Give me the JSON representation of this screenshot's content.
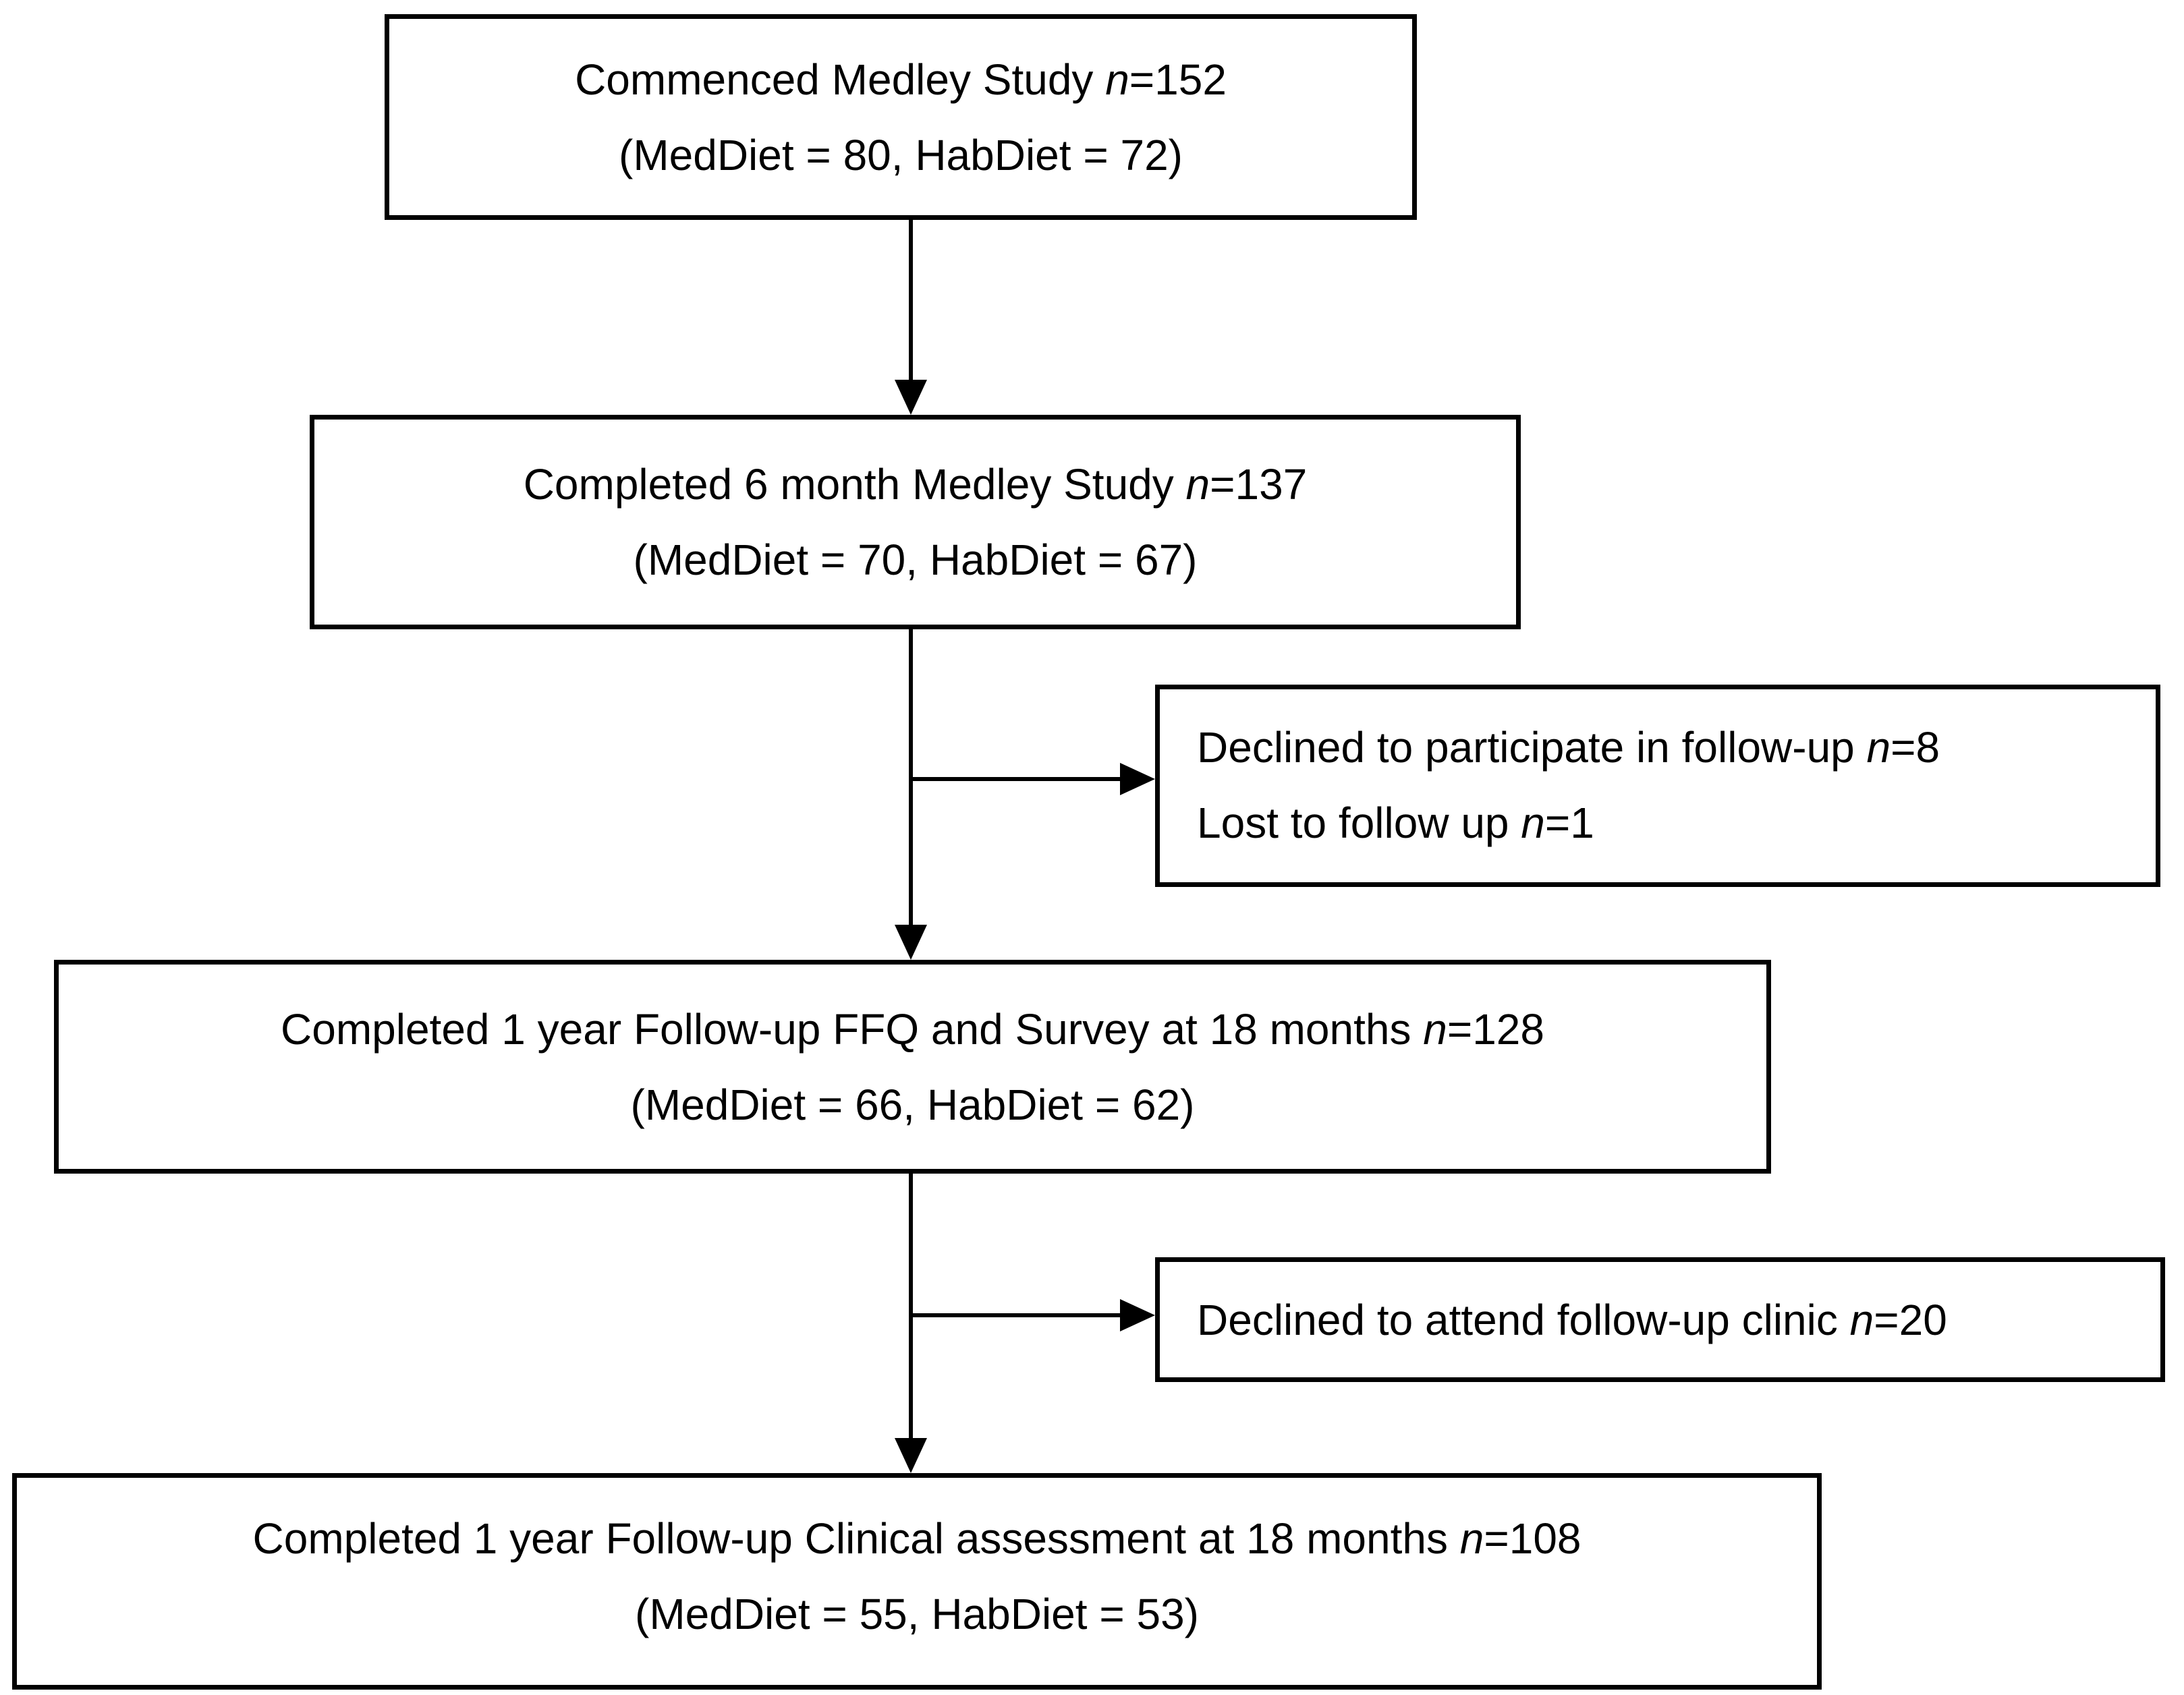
{
  "flowchart": {
    "colors": {
      "line": "#000000",
      "text": "#000000",
      "background": "#ffffff"
    },
    "nodes": {
      "commenced": {
        "line1_text": "Commenced Medley Study ",
        "line1_n": "n",
        "line1_value": "=152",
        "line2": "(MedDiet = 80, HabDiet = 72)"
      },
      "completed_6mo": {
        "line1_text": "Completed 6 month Medley Study ",
        "line1_n": "n",
        "line1_value": "=137",
        "line2": "(MedDiet = 70, HabDiet = 67)"
      },
      "declined_followup": {
        "line1_text": "Declined to participate in follow-up ",
        "line1_n": "n",
        "line1_value": "=8",
        "line2_text": "Lost to follow up ",
        "line2_n": "n",
        "line2_value": "=1"
      },
      "completed_ffq": {
        "line1_text": "Completed 1 year Follow-up FFQ and Survey at 18 months ",
        "line1_n": "n",
        "line1_value": "=128",
        "line2": "(MedDiet = 66, HabDiet = 62)"
      },
      "declined_clinic": {
        "line1_text": "Declined to attend follow-up clinic ",
        "line1_n": "n",
        "line1_value": "=20"
      },
      "completed_clinical": {
        "line1_text": "Completed 1 year Follow-up Clinical assessment at 18 months ",
        "line1_n": "n",
        "line1_value": "=108",
        "line2": "(MedDiet = 55, HabDiet = 53)"
      }
    }
  }
}
